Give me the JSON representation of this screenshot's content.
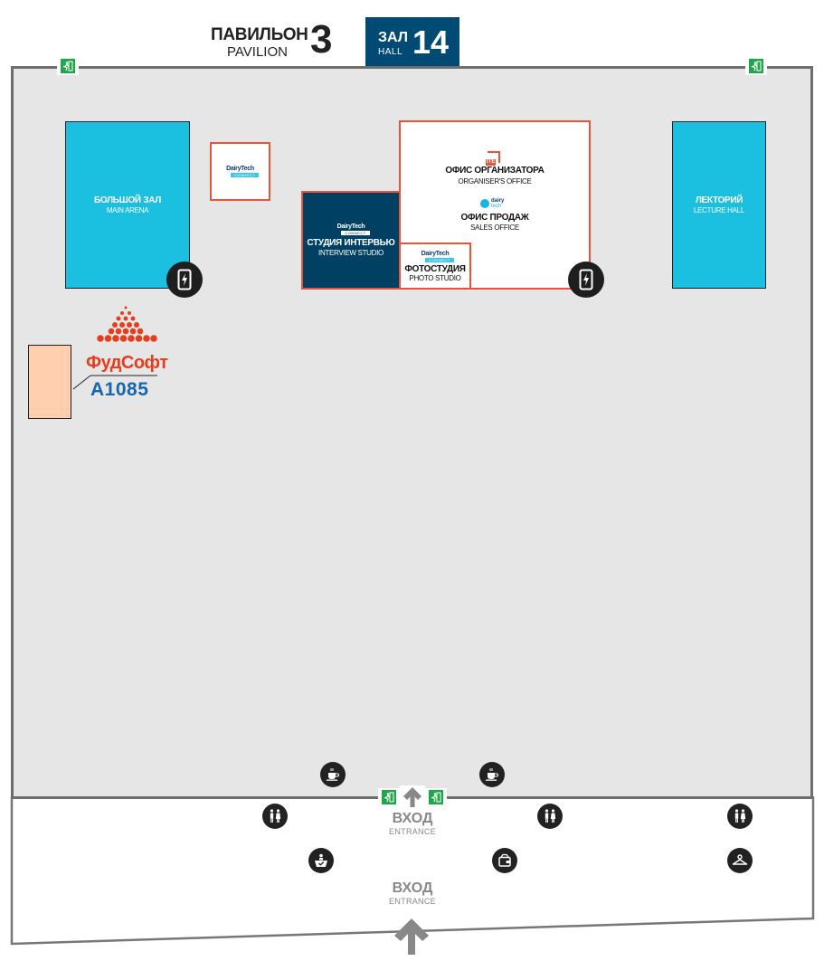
{
  "header": {
    "pavilion_ru": "ПАВИЛЬОН",
    "pavilion_en": "PAVILION",
    "pavilion_number": "3",
    "hall_ru": "ЗАЛ",
    "hall_en": "HALL",
    "hall_number": "14",
    "hall_color": "#004a73"
  },
  "zones": {
    "main_arena": {
      "ru": "БОЛЬШОЙ ЗАЛ",
      "en": "MAIN ARENA"
    },
    "lecture_hall": {
      "ru": "ЛЕКТОРИЙ",
      "en": "LECTURE HALL"
    },
    "organiser_office": {
      "ru": "ОФИС ОРГАНИЗАТОРА",
      "en": "ORGANISER'S OFFICE",
      "logo": "ITE"
    },
    "sales_office": {
      "ru": "ОФИС ПРОДАЖ",
      "en": "SALES OFFICE",
      "logo_top": "dairy",
      "logo_bottom": "tech"
    },
    "interview_studio": {
      "ru": "СТУДИЯ ИНТЕРВЬЮ",
      "en": "INTERVIEW STUDIO"
    },
    "photo_studio": {
      "ru": "ФОТОСТУДИЯ",
      "en": "PHOTO STUDIO"
    }
  },
  "dairytech_logo": {
    "title": "DairyTech",
    "subtitle": "CONNECT"
  },
  "exhibitor": {
    "brand": "ФудСофт",
    "booth": "A1085"
  },
  "entrances": [
    {
      "ru": "ВХОД",
      "en": "ENTRANCE"
    },
    {
      "ru": "ВХОД",
      "en": "ENTRANCE"
    }
  ],
  "icons": {
    "exit": "emergency-exit-icon",
    "charging": "phone-charging-icon",
    "cafe": "coffee-cup-icon",
    "toilet": "toilet-icon",
    "registration": "registration-desk-icon",
    "atm": "wallet-icon",
    "cloakroom": "hanger-icon"
  },
  "colors": {
    "arena": "#1bbfdf",
    "office_border": "#e8533a",
    "studio": "#004163",
    "exit_green": "#1fa64a",
    "booth": "#ffcfb0",
    "brand_red": "#e53e1f",
    "booth_code_blue": "#1565b0"
  }
}
